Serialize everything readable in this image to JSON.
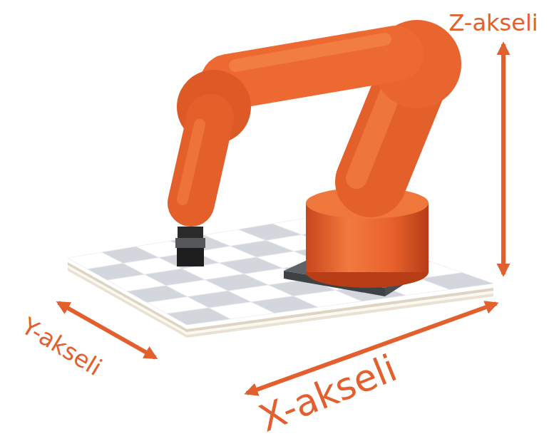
{
  "diagram": {
    "labels": [
      "Z-akseli",
      "Y-akseli",
      "X-akseli"
    ]
  }
}
